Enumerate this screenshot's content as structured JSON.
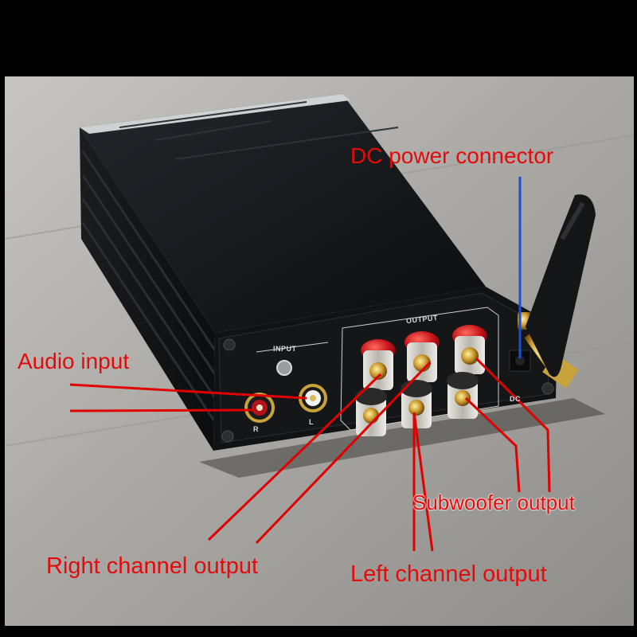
{
  "labels": {
    "dc_power": "DC power connector",
    "audio_input": "Audio input",
    "subwoofer_output": "Subwoofer output",
    "right_channel_output": "Right channel output",
    "left_channel_output": "Left channel output"
  },
  "panel_text": {
    "input": "INPUT",
    "output": "OUTPUT",
    "r": "R",
    "l": "L",
    "dc": "DC"
  },
  "colors": {
    "annotation_text": "#e30b0b",
    "annotation_line_red": "#e00000",
    "annotation_line_blue": "#1a4fd6",
    "chassis": "#151719",
    "floor": "#a9a7a2"
  }
}
